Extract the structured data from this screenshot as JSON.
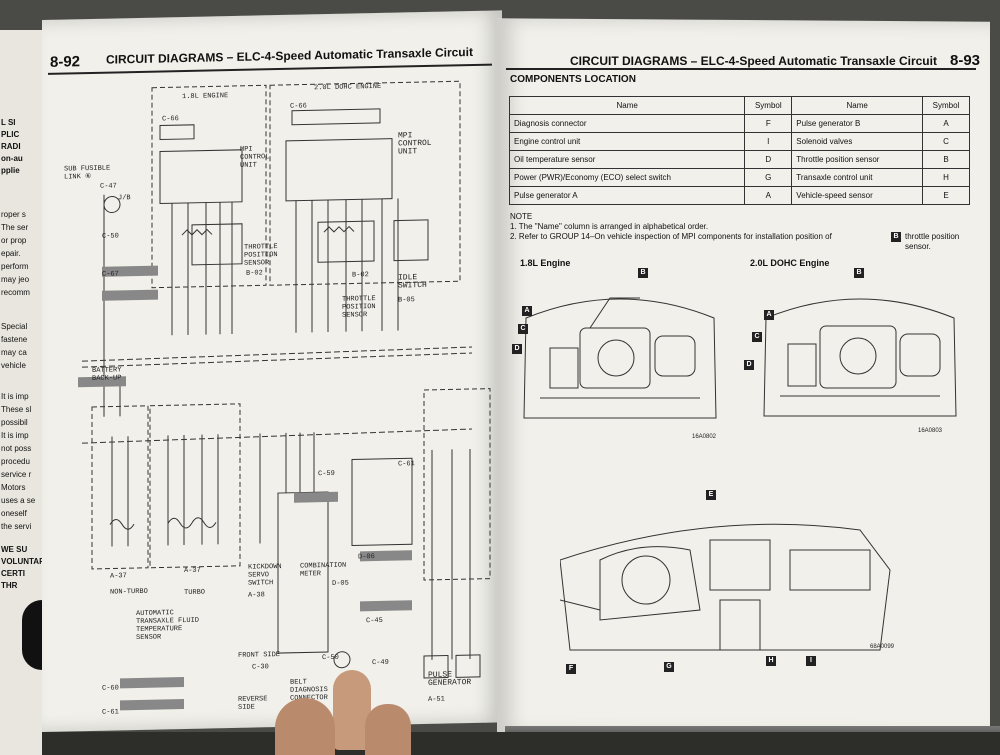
{
  "left_page": {
    "page_number": "8-92",
    "header": "CIRCUIT DIAGRAMS – ELC-4-Speed Automatic Transaxle Circuit",
    "labels": {
      "engine_18": "1.8L ENGINE",
      "engine_20": "2.0L DOHC ENGINE",
      "c66_a": "C-66",
      "c66_b": "C-66",
      "sub_fusible": "SUB FUSIBLE LINK ⑥",
      "c47": "C-47",
      "jb": "J/B",
      "c50": "C-50",
      "c67": "C-67",
      "mpi_control_a": "MPI CONTROL UNIT",
      "mpi_control_b": "MPI CONTROL UNIT",
      "tps_a": "THROTTLE POSITION SENSOR",
      "b02_a": "B-02",
      "b02_b": "B-02",
      "tps_b": "THROTTLE POSITION SENSOR",
      "idle_switch": "IDLE SWITCH",
      "b05": "B-05",
      "battery": "BATTERY BACK-UP",
      "a37_a": "A-37",
      "non_turbo": "NON-TURBO",
      "a37_b": "A-37",
      "turbo": "TURBO",
      "ata_temp": "AUTOMATIC TRANSAXLE FLUID TEMPERATURE SENSOR",
      "kickdown": "KICKDOWN SERVO SWITCH",
      "a38": "A-38",
      "c59": "C-59",
      "c61": "C-61",
      "combination_meter": "COMBINATION METER",
      "d05": "D-05",
      "d06": "D-06",
      "c45": "C-45",
      "front_side": "FRONT SIDE",
      "c30": "C-30",
      "reverse_side": "REVERSE SIDE",
      "c50b": "C-50",
      "c49": "C-49",
      "belt_diag": "BELT DIAGNOSIS CONNECTOR",
      "c60": "C-60",
      "c61b": "C-61",
      "pulse_gen": "PULSE GENERATOR",
      "a51": "A-51"
    }
  },
  "left_edge_fragments": [
    "L SI",
    "PLIC",
    "RADI",
    "on-au",
    "pplie",
    "roper s",
    "The ser",
    "or prop",
    "epair.",
    "perform",
    "may jeo",
    "recomm",
    "Special",
    "fastene",
    "may ca",
    "vehicle",
    "It is imp",
    "These sl",
    "possibil",
    "It is imp",
    "not poss",
    "procedu",
    "service r",
    "Motors",
    "uses a se",
    "oneself",
    "the servi",
    "WE SU",
    "VOLUNTAR",
    "CERTI",
    "THR"
  ],
  "right_page": {
    "page_number": "8-93",
    "header": "CIRCUIT DIAGRAMS – ELC-4-Speed Automatic Transaxle Circuit",
    "section_title": "COMPONENTS LOCATION",
    "table": {
      "headers": [
        "Name",
        "Symbol",
        "Name",
        "Symbol"
      ],
      "rows": [
        [
          "Diagnosis connector",
          "F",
          "Pulse generator B",
          "A"
        ],
        [
          "Engine control unit",
          "I",
          "Solenoid valves",
          "C"
        ],
        [
          "Oil temperature sensor",
          "D",
          "Throttle position sensor",
          "B"
        ],
        [
          "Power (PWR)/Economy (ECO) select switch",
          "G",
          "Transaxle control unit",
          "H"
        ],
        [
          "Pulse generator A",
          "A",
          "Vehicle-speed sensor",
          "E"
        ]
      ]
    },
    "note_title": "NOTE",
    "notes": [
      "1.  The \"Name\" column is arranged in alphabetical order.",
      "2.  Refer to GROUP 14–On vehicle inspection of MPI components for installation position of",
      "throttle position sensor."
    ],
    "note_symbol": "B",
    "engine_18_title": "1.8L Engine",
    "engine_20_title": "2.0L DOHC Engine",
    "fig_18": "16A0802",
    "fig_20": "16A0803",
    "fig_dash": "68A0099",
    "symbols_18": [
      "A",
      "B",
      "C",
      "D"
    ],
    "symbols_20": [
      "A",
      "B",
      "C",
      "D"
    ],
    "symbols_dash": [
      "E",
      "F",
      "G",
      "H",
      "I"
    ]
  },
  "colors": {
    "paper": "#f1f0ea",
    "ink": "#222222",
    "background": "#4a4a46",
    "hand": "#c89a7c"
  }
}
